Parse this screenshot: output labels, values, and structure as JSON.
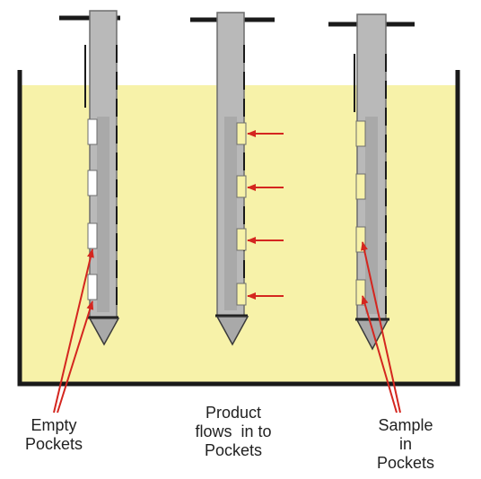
{
  "colors": {
    "liquid": "#f7f2a9",
    "probe": "#b9b9b9",
    "probe_edge": "#6d6d6d",
    "outline": "#1a1a1a",
    "arrow": "#d4261f",
    "background": "#ffffff"
  },
  "labels": {
    "left": [
      "Empty",
      "Pockets"
    ],
    "middle": [
      "Product",
      "flows  in to",
      "Pockets"
    ],
    "right": [
      "Sample",
      "in",
      "Pockets"
    ]
  },
  "icons": {
    "flow_arrow": "red-arrow-icon",
    "pointer": "red-pointer-line"
  }
}
